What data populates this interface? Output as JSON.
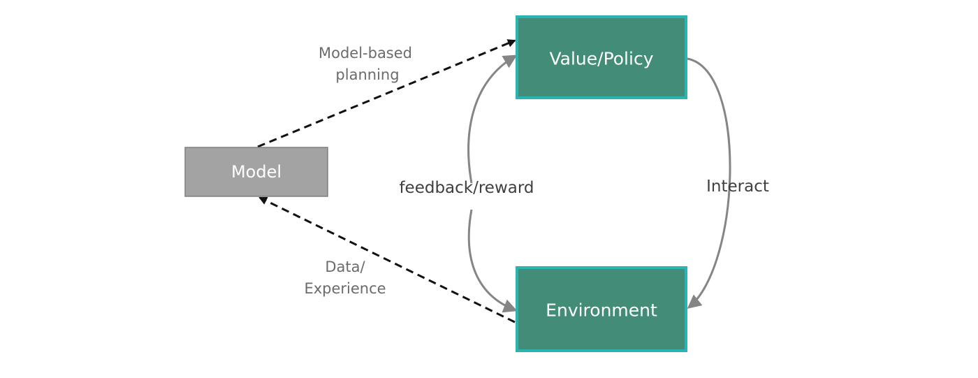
{
  "nodes": {
    "value_policy": {
      "label": "Value/Policy"
    },
    "environment": {
      "label": "Environment"
    },
    "model": {
      "label": "Model"
    }
  },
  "edges": {
    "model_based_planning": {
      "line1": "Model-based",
      "line2": "planning"
    },
    "data_experience": {
      "line1": "Data/",
      "line2": "Experience"
    },
    "feedback_reward": {
      "label": "feedback/reward"
    },
    "interact": {
      "label": "Interact"
    }
  },
  "colors": {
    "box_fill": "#438d78",
    "box_border": "#2bb5b2",
    "model_fill": "#a3a3a3",
    "model_border": "#7f7f7f",
    "curve": "#858585",
    "dashed": "#111111"
  }
}
